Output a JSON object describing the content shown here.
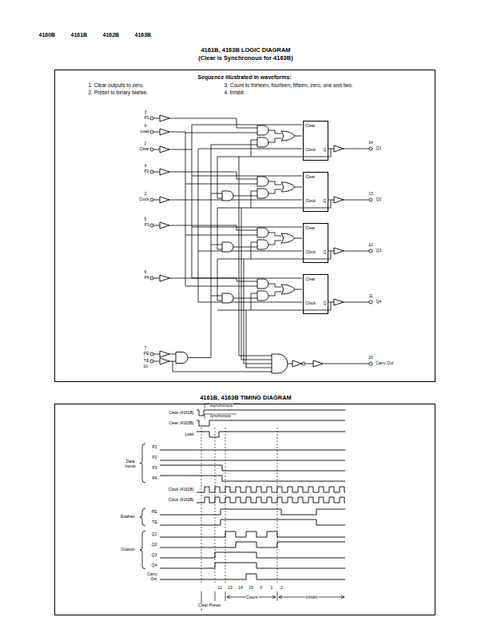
{
  "diagram": {
    "nodes": [
      {
        "text": [
          "4161B, 4163B LOGIC DIAGRAM",
          "(Clear is Synchronous for 4163B)"
        ]
      },
      {
        "text": [
          "Clear",
          "Clock",
          "Q"
        ],
        "in": 0
      },
      {
        "text": [
          "Clear",
          "Clock",
          "Q"
        ],
        "in": 0
      },
      {
        "text": [
          "Clear",
          "Clock",
          "Q"
        ],
        "in": 0
      },
      {
        "text": [
          "Clear",
          "Clock",
          "Q"
        ],
        "in": 0
      },
      {
        "text": [
          "4161B, 4163B TIMING DIAGRAM"
        ]
      }
    ],
    "labels": [
      "4160B",
      "4161B",
      "4162B",
      "4163B",
      "Sequence illustrated in waveforms:",
      "1. Clear outputs to zero.",
      "2. Preset to binary twelve.",
      "3. Count to thirteen, fourteen, fifteen, zero, one and two.",
      "4. Inhibit.",
      "3",
      "P1",
      "9",
      "Load",
      "1",
      "Clear",
      "4",
      "P2",
      "2",
      "Clock",
      "5",
      "P3",
      "6",
      "P4",
      "7",
      "PE",
      "TE",
      "10",
      "14",
      "Q1",
      "13",
      "Q2",
      "12",
      "Q3",
      "11",
      "Q4",
      "15",
      "Carry Out",
      "Clear (4161B)",
      "Asynchronous",
      "Clear (4163B)",
      "Synchronous",
      "Load",
      "Data Inputs",
      "P1",
      "P2",
      "P3",
      "P4",
      "Clock (4161B)",
      "Clock (4163B)",
      "Enables",
      "PE",
      "TE",
      "Outputs",
      "Q1",
      "Q2",
      "Q3",
      "Q4",
      "Carry Out",
      "12",
      "13",
      "14",
      "15",
      "0",
      "1",
      "2",
      "Count",
      "Inhibit",
      "Clear Preset"
    ]
  }
}
